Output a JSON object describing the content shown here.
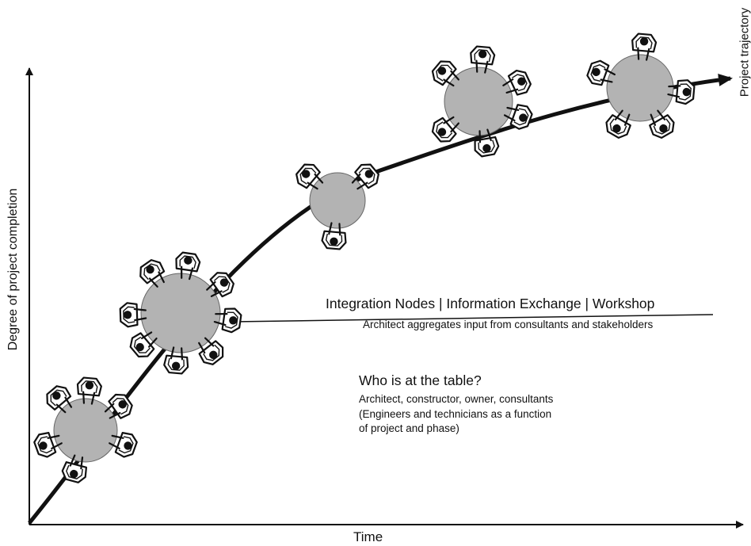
{
  "axes": {
    "x_label": "Time",
    "y_label": "Degree of project completion"
  },
  "trajectory_label": "Project trajectory",
  "integration": {
    "title": "Integration Nodes | Information Exchange | Workshop",
    "subtitle": "Architect aggregates input from consultants and stakeholders"
  },
  "who": {
    "title": "Who is at the table?",
    "lines": [
      "Architect, constructor, owner, consultants",
      "(Engineers and technicians as a function",
      "of project and phase)"
    ]
  },
  "nodes": [
    {
      "name": "node-1",
      "chairs": 6
    },
    {
      "name": "node-2",
      "chairs": 8
    },
    {
      "name": "node-3",
      "chairs": 3
    },
    {
      "name": "node-4",
      "chairs": 6
    },
    {
      "name": "node-5",
      "chairs": 5
    }
  ],
  "colors": {
    "line": "#111111",
    "table_fill": "#b3b3b3",
    "chair_fill": "#ffffff",
    "person": "#111111"
  }
}
